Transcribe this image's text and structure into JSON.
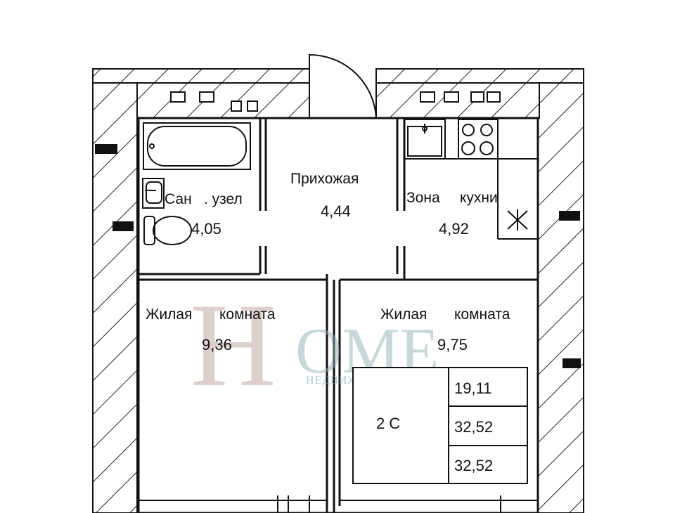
{
  "rooms": {
    "bathroom": {
      "label_a": "Сан",
      "label_b": ". узел",
      "area": "4,05"
    },
    "hallway": {
      "label": "Прихожая",
      "area": "4,44"
    },
    "kitchen": {
      "label_a": "Зона",
      "label_b": "кухни",
      "area": "4,92"
    },
    "living_left": {
      "label_a": "Жилая",
      "label_b": "комната",
      "area": "9,36"
    },
    "living_right": {
      "label_a": "Жилая",
      "label_b": "комната",
      "area": "9,75"
    }
  },
  "summary": {
    "type": "2 С",
    "values": [
      "19,11",
      "32,52",
      "32,52"
    ]
  },
  "watermark": {
    "letter": "H",
    "word": "OME",
    "subtitle": "НЕДВИЖИМОСТЬ"
  }
}
